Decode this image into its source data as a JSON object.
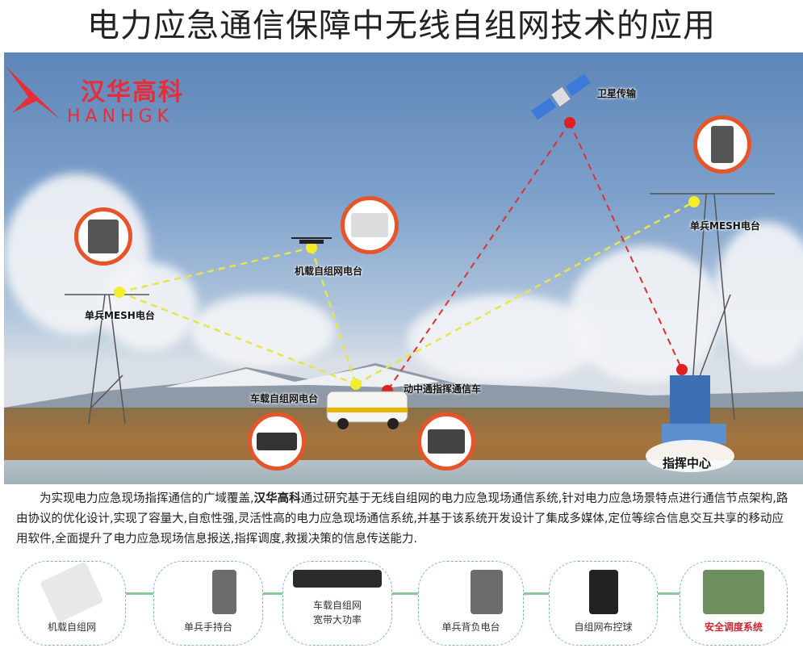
{
  "title": "电力应急通信保障中无线自组网技术的应用",
  "logo": {
    "cn": "汉华高科",
    "en": "HANHGK"
  },
  "scene": {
    "satellite_label": "卫星传输",
    "mesh_right_label": "单兵MESH电台",
    "mesh_left_label": "单兵MESH电台",
    "airborne_label": "机载自组网电台",
    "vehicle_label": "车载自组网电台",
    "comm_vehicle_label": "动中通指挥通信车",
    "command_center_label": "指挥中心",
    "colors": {
      "wireless_link": "#e6e64a",
      "satellite_link": "#e03030",
      "node_ring": "#e8542a"
    }
  },
  "paragraph": {
    "before": "为实现电力应急现场指挥通信的广域覆盖,",
    "brand": "汉华高科",
    "after": "通过研究基于无线自组网的电力应急现场通信系统,针对电力应急场景特点进行通信节点架构,路由协议的优化设计,实现了容量大,自愈性强,灵活性高的电力应急现场通信系统,并基于该系统开发设计了集成多媒体,定位等综合信息交互共享的移动应用软件,全面提升了电力应急现场信息报送,指挥调度,救援决策的信息传送能力."
  },
  "products": [
    {
      "label": "机载自组网"
    },
    {
      "label": "单兵手持台"
    },
    {
      "label": "车载自组网\n宽带大功率",
      "line1": "车载自组网",
      "line2": "宽带大功率"
    },
    {
      "label": "单兵背负电台"
    },
    {
      "label": "自组网布控球"
    },
    {
      "label": "安全调度系统"
    }
  ]
}
